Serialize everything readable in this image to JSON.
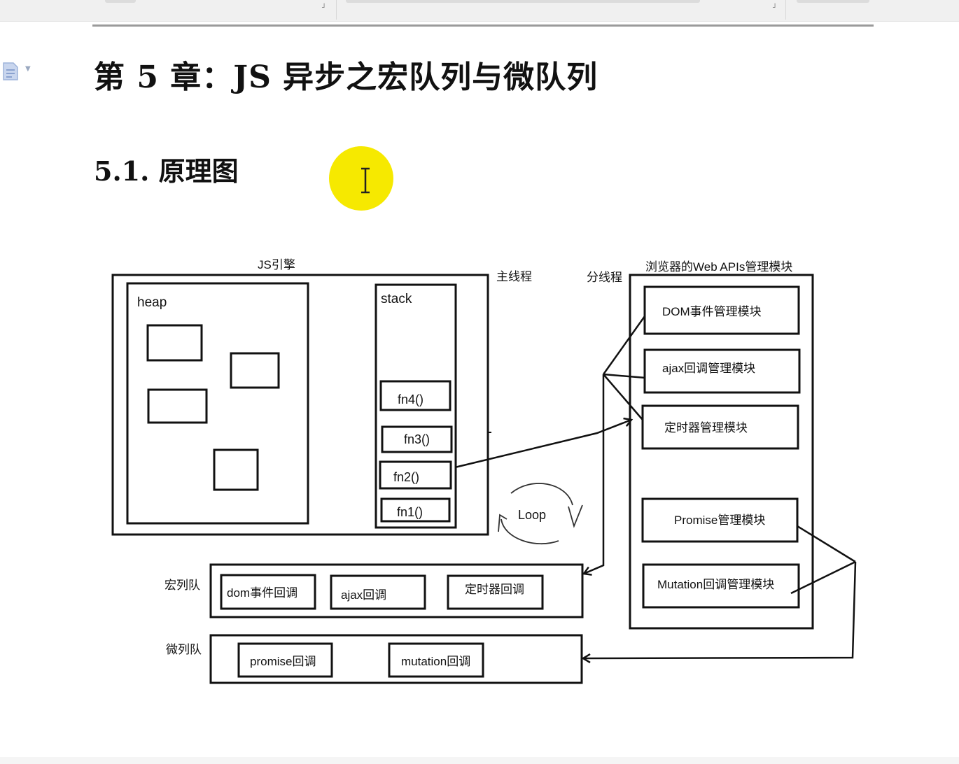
{
  "document": {
    "chapter_title": "第 5 章：JS 异步之宏队列与微队列",
    "section_title": "5.1. 原理图"
  },
  "diagram": {
    "js_engine_label": "JS引擎",
    "heap_label": "heap",
    "stack_label": "stack",
    "stack_frames": [
      "fn4()",
      "fn3()",
      "fn2()",
      "fn1()"
    ],
    "main_thread_label": "主线程",
    "sub_thread_label": "分线程",
    "web_apis_label": "浏览器的Web APIs管理模块",
    "web_api_modules": [
      "DOM事件管理模块",
      "ajax回调管理模块",
      "定时器管理模块",
      "Promise管理模块",
      "Mutation回调管理模块"
    ],
    "loop_label": "Loop",
    "macro_queue_label": "宏列队",
    "macro_queue_items": [
      "dom事件回调",
      "ajax回调",
      "定时器回调"
    ],
    "micro_queue_label": "微列队",
    "micro_queue_items": [
      "promise回调",
      "mutation回调"
    ]
  },
  "colors": {
    "cursor_highlight": "#f6e900",
    "line": "#111111",
    "rule": "#9a9a9a"
  },
  "icons": [
    "document-icon",
    "text-cursor-icon",
    "dropdown-caret-icon"
  ]
}
